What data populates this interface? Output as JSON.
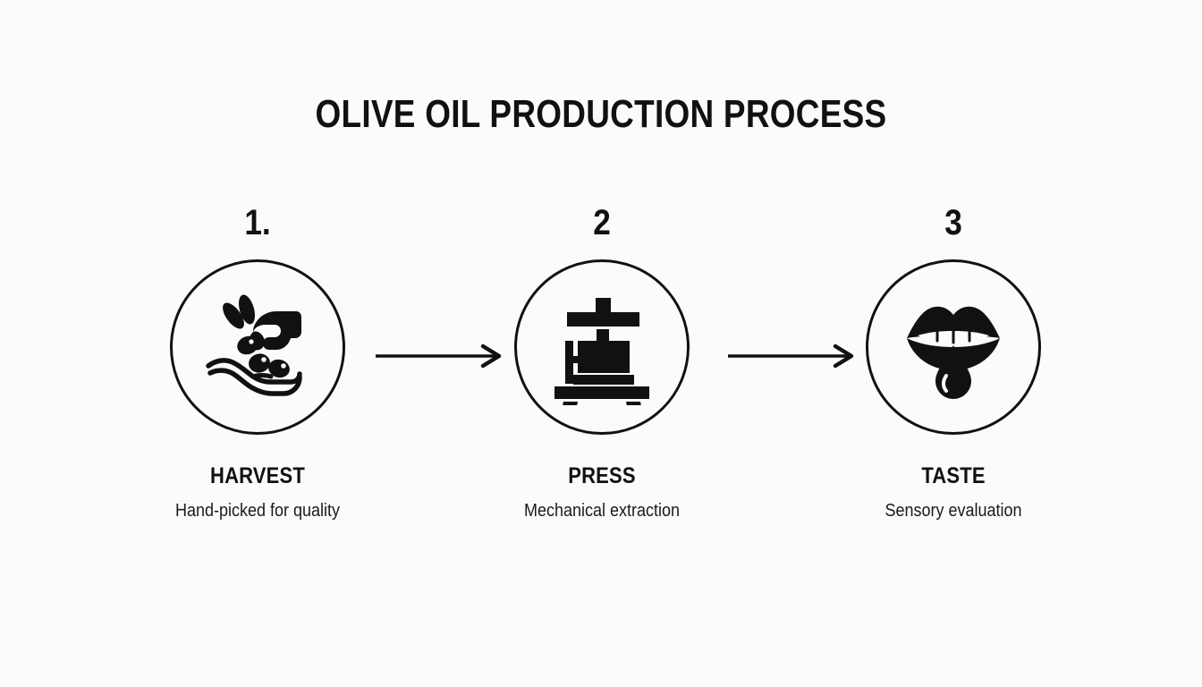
{
  "page": {
    "title": "OLIVE OIL PRODUCTION PROCESS",
    "background_color": "#fbfbfb",
    "ink_color": "#111111"
  },
  "steps": [
    {
      "number": "1.",
      "label": "HARVEST",
      "description": "Hand-picked for quality",
      "icon": "hands-picking-olives-icon"
    },
    {
      "number": "2",
      "label": "PRESS",
      "description": "Mechanical extraction",
      "icon": "olive-press-icon"
    },
    {
      "number": "3",
      "label": "TASTE",
      "description": "Sensory evaluation",
      "icon": "lips-oil-drop-icon"
    }
  ],
  "connectors": [
    {
      "name": "arrow-harvest-to-press",
      "direction": "right"
    },
    {
      "name": "arrow-press-to-taste",
      "direction": "right"
    }
  ]
}
